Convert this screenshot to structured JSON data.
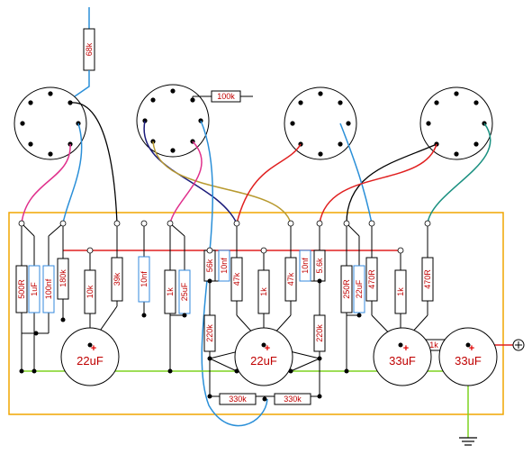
{
  "colors": {
    "board_outline": "#f0a500",
    "ground_rail": "#7ed321",
    "supply_rail": "#e02020",
    "wire_black": "#000000",
    "wire_blue": "#2a8fd8",
    "wire_magenta": "#e0308c",
    "wire_navy": "#1a1a7a",
    "wire_olive": "#b89a30",
    "wire_red": "#e02020",
    "wire_teal": "#1a9080",
    "label_red": "#c00000"
  },
  "components": {
    "r_68k": "68k",
    "r_100k": "100k",
    "r_500R": "500R",
    "c_1uF": "1uF",
    "c_100nf_a": "100nf",
    "r_180k": "180k",
    "r_10k": "10k",
    "r_39k": "39k",
    "c_10nf_a": "10nf",
    "r_1k_a": "1k",
    "c_25uF": "25uF",
    "r_56k": "56k",
    "c_10nf_b": "10nf",
    "r_47k_a": "47k",
    "r_1k_b": "1k",
    "r_47k_b": "47k",
    "c_10nf_c": "10nf",
    "r_5_6k": "5.6k",
    "r_250R": "250R",
    "c_22uF": "22uF",
    "r_470R_a": "470R",
    "r_1k_c": "1k",
    "r_470R_b": "470R",
    "r_220k_a": "220k",
    "r_220k_b": "220k",
    "r_330k_a": "330k",
    "r_330k_b": "330k",
    "r_1k_series": "1k",
    "cap_1": "22uF",
    "cap_2": "22uF",
    "cap_3": "33uF",
    "cap_4": "33uF",
    "cap_polarity": "+",
    "supply_symbol": "⊕"
  }
}
